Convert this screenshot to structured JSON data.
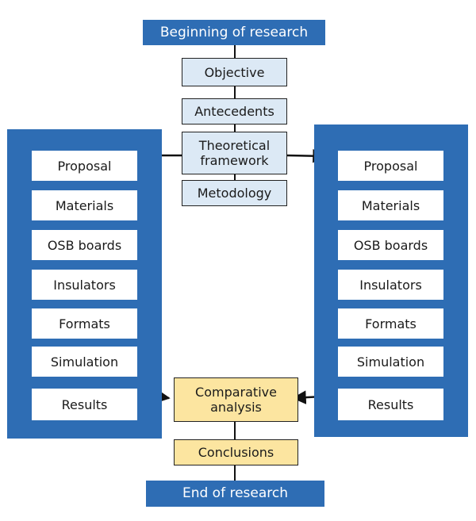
{
  "colors": {
    "terminal_fill": "#2e6db4",
    "panel_fill": "#2e6db4",
    "header_box_fill": "#dce9f5",
    "result_box_fill": "#fce5a0",
    "line": "#111111"
  },
  "start": {
    "label": "Beginning of research"
  },
  "end": {
    "label": "End of research"
  },
  "center_steps": [
    "Objective",
    "Antecedents",
    "Theoretical framework",
    "Metodology"
  ],
  "left_panel": {
    "items": [
      "Proposal",
      "Materials",
      "OSB boards",
      "Insulators",
      "Formats",
      "Simulation",
      "Results"
    ]
  },
  "right_panel": {
    "items": [
      "Proposal",
      "Materials",
      "OSB boards",
      "Insulators",
      "Formats",
      "Simulation",
      "Results"
    ]
  },
  "comparative": {
    "label": "Comparative analysis"
  },
  "conclusions": {
    "label": "Conclusions"
  }
}
